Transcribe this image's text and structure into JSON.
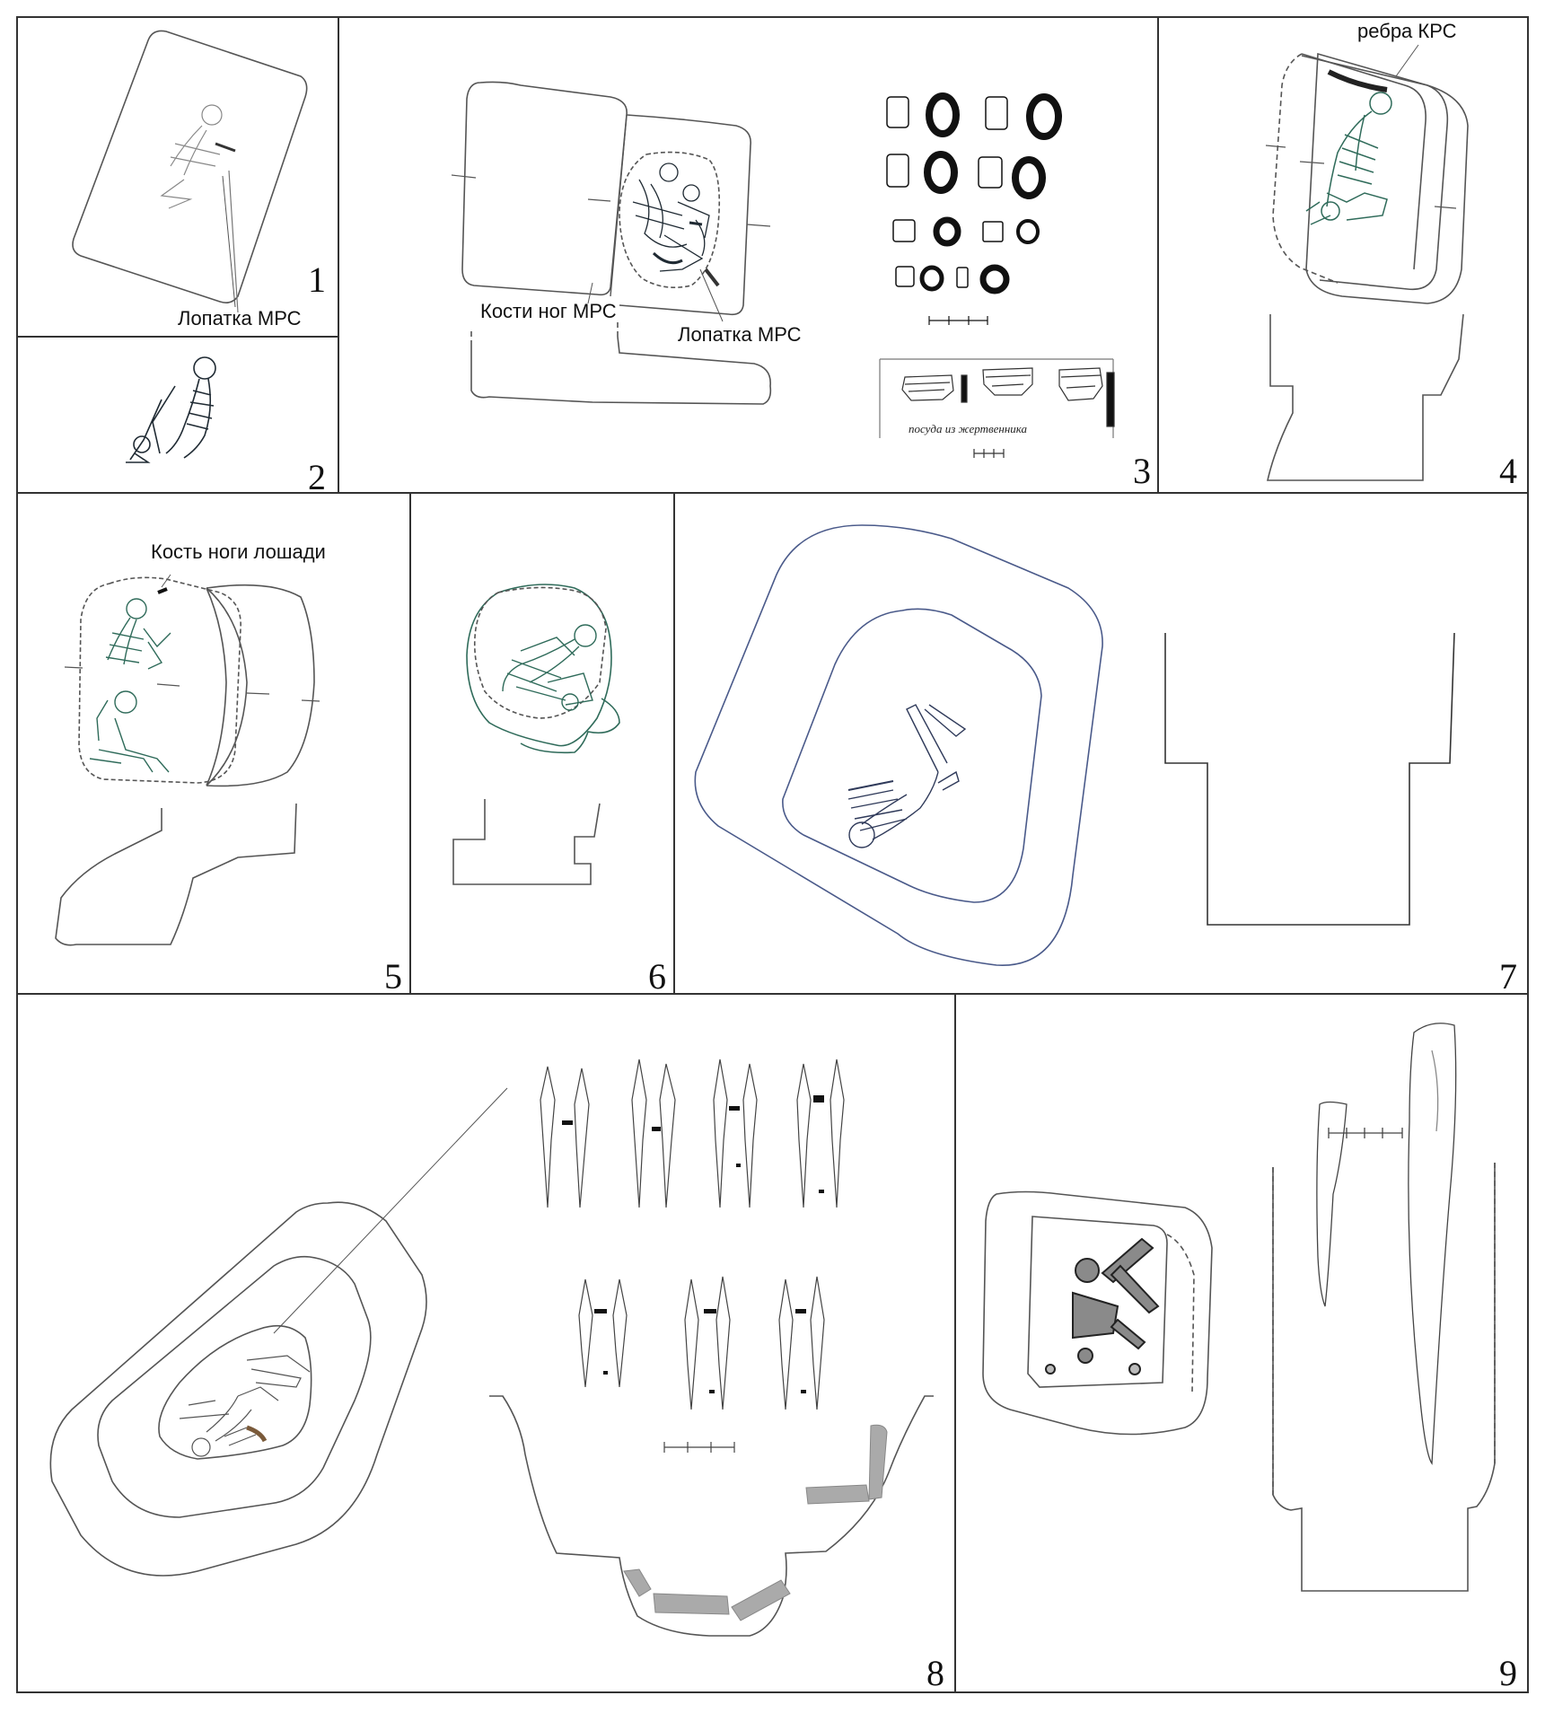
{
  "panels": [
    {
      "number": "1",
      "labels": [
        "Лопатка МРС"
      ]
    },
    {
      "number": "2",
      "labels": []
    },
    {
      "number": "3",
      "labels": [
        "Кости ног МРС",
        "Лопатка МРС"
      ],
      "caption": "посуда из жертвенника"
    },
    {
      "number": "4",
      "labels": [
        "ребра КРС"
      ]
    },
    {
      "number": "5",
      "labels": [
        "Кость ноги лошади"
      ]
    },
    {
      "number": "6",
      "labels": []
    },
    {
      "number": "7",
      "labels": []
    },
    {
      "number": "8",
      "labels": []
    },
    {
      "number": "9",
      "labels": []
    }
  ],
  "colors": {
    "line": "#555555",
    "skeleton_green": "#2f6b5a",
    "skeleton_dark": "#1f2a33",
    "bone_fill": "#9a9a9a",
    "frame": "#333333"
  }
}
